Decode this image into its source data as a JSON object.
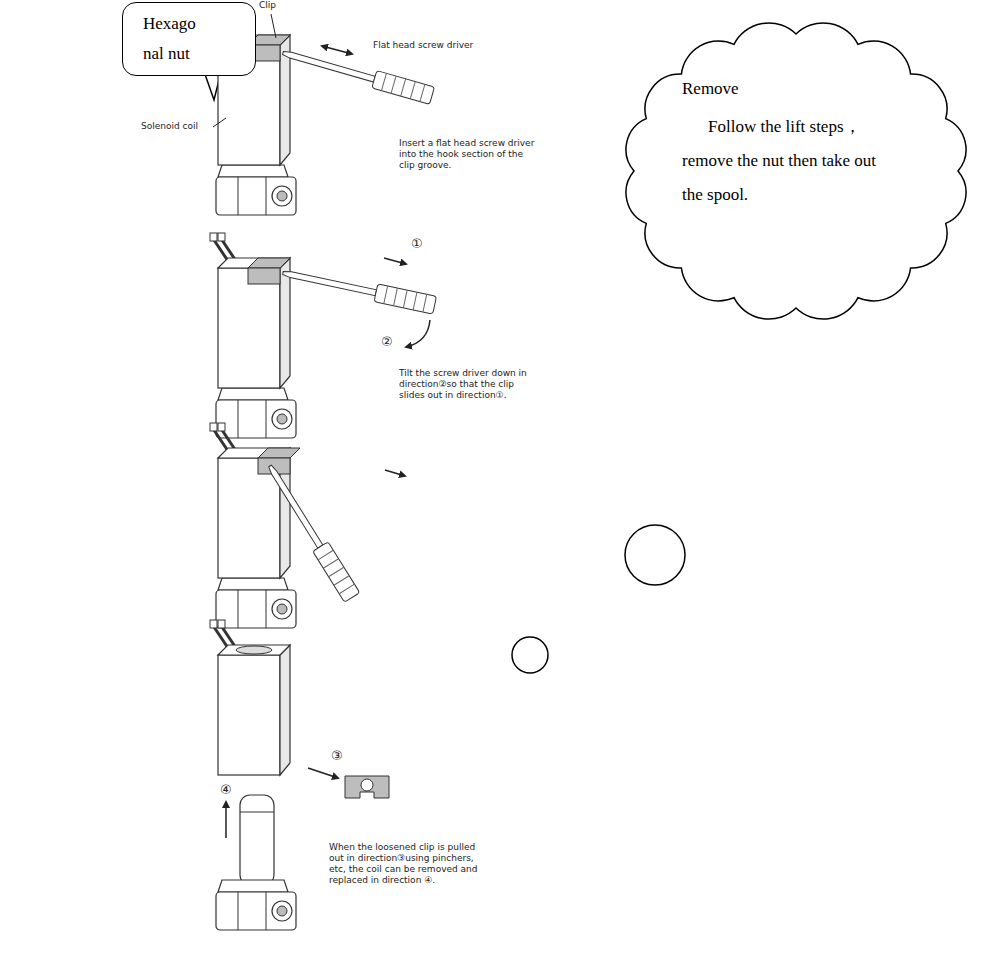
{
  "diagram": {
    "nodes": [
      {
        "text": [
          "Hexago nal nut"
        ]
      },
      {
        "text": [
          "Remove",
          "Follow the lift steps， remove the nut then take out the spool."
        ]
      }
    ],
    "labels": [
      "Clip",
      "Flat head screw driver",
      "Solenoid coil",
      "Insert a flat head screw driver into the hook section of the clip groove.",
      "①",
      "②",
      "Tilt the screw driver down in direction②so that the clip slides out in direction①.",
      "③",
      "④",
      "When the loosened clip is pulled out in direction③using pinchers, etc, the coil can be removed and replaced in direction ④."
    ]
  }
}
